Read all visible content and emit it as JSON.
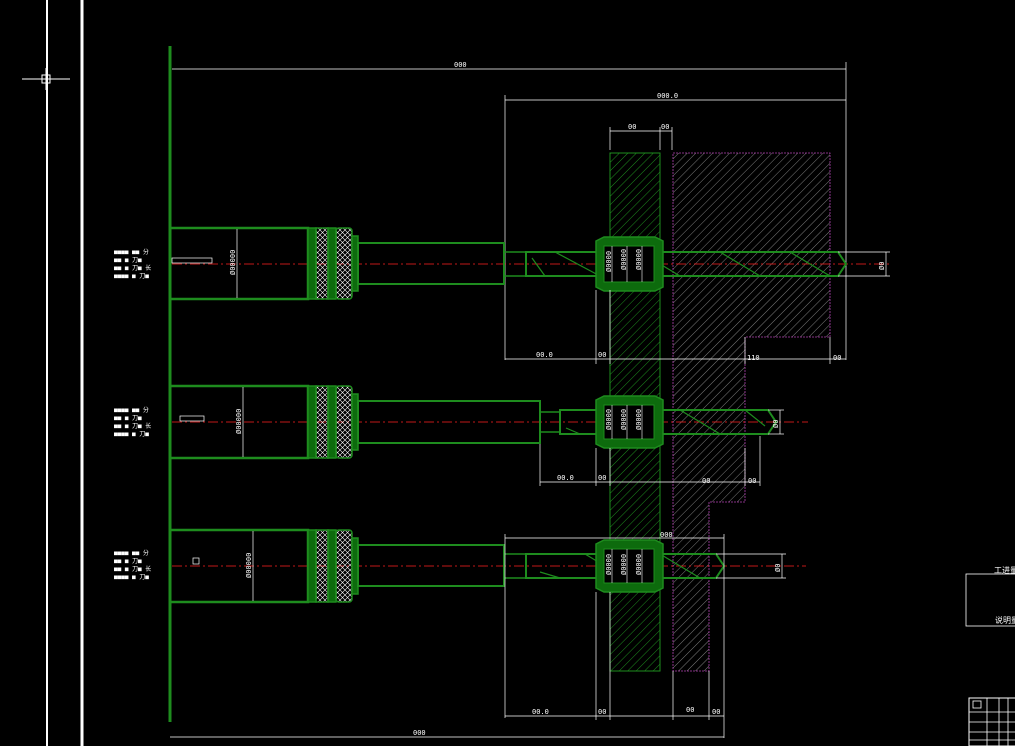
{
  "colors": {
    "background": "#000000",
    "part_outline": "#1e7a1e",
    "part_fill": "#0d6b0d",
    "centerline": "#ff2020",
    "dimension": "#ffffff",
    "hatch_green": "#1e8c1e",
    "hatch_magenta": "#b040b0",
    "hatch_white": "#bdbdbd"
  },
  "dimensions": {
    "overall_top": "000",
    "tool_top": "000.0",
    "plate_a": "00",
    "plate_b": "00",
    "dia_row1_right": "Ø0",
    "row1_left": "00.0",
    "row1_gap": "00",
    "row1_mid": "110",
    "row1_right": "00",
    "dia_row2_right": "Ø0",
    "row2_left": "00.0",
    "row2_gap": "00",
    "row2_mid": "00",
    "row2_right": "00",
    "row3_top": "000",
    "dia_row3_right": "Ø0",
    "row3_left": "00.0",
    "row3_gap": "00",
    "row3_mid": "00",
    "row3_right": "00",
    "overall_bottom": "000",
    "holder_dia_1": "Ø00000",
    "holder_dia_2": "Ø00000",
    "holder_dia_3": "Ø00000",
    "bush_dia_a": "Ø0000",
    "bush_dia_b": "Ø0000",
    "bush_dia_c": "Ø0000"
  },
  "row_labels": [
    [
      "■■■■ ■■ 分",
      "■■ ■ 刀■",
      "■■ ■ 刀■ 长",
      "■■■■ ■ 刀■"
    ],
    [
      "■■■■ ■■ 分",
      "■■ ■ 刀■",
      "■■ ■ 刀■ 长",
      "■■■■ ■ 刀■"
    ],
    [
      "■■■■ ■■ 分",
      "■■ ■ 刀■",
      "■■ ■ 刀■ 长",
      "■■■■ ■ 刀■"
    ]
  ],
  "title_block": {
    "line1": "工进量",
    "line2": "说明量"
  }
}
